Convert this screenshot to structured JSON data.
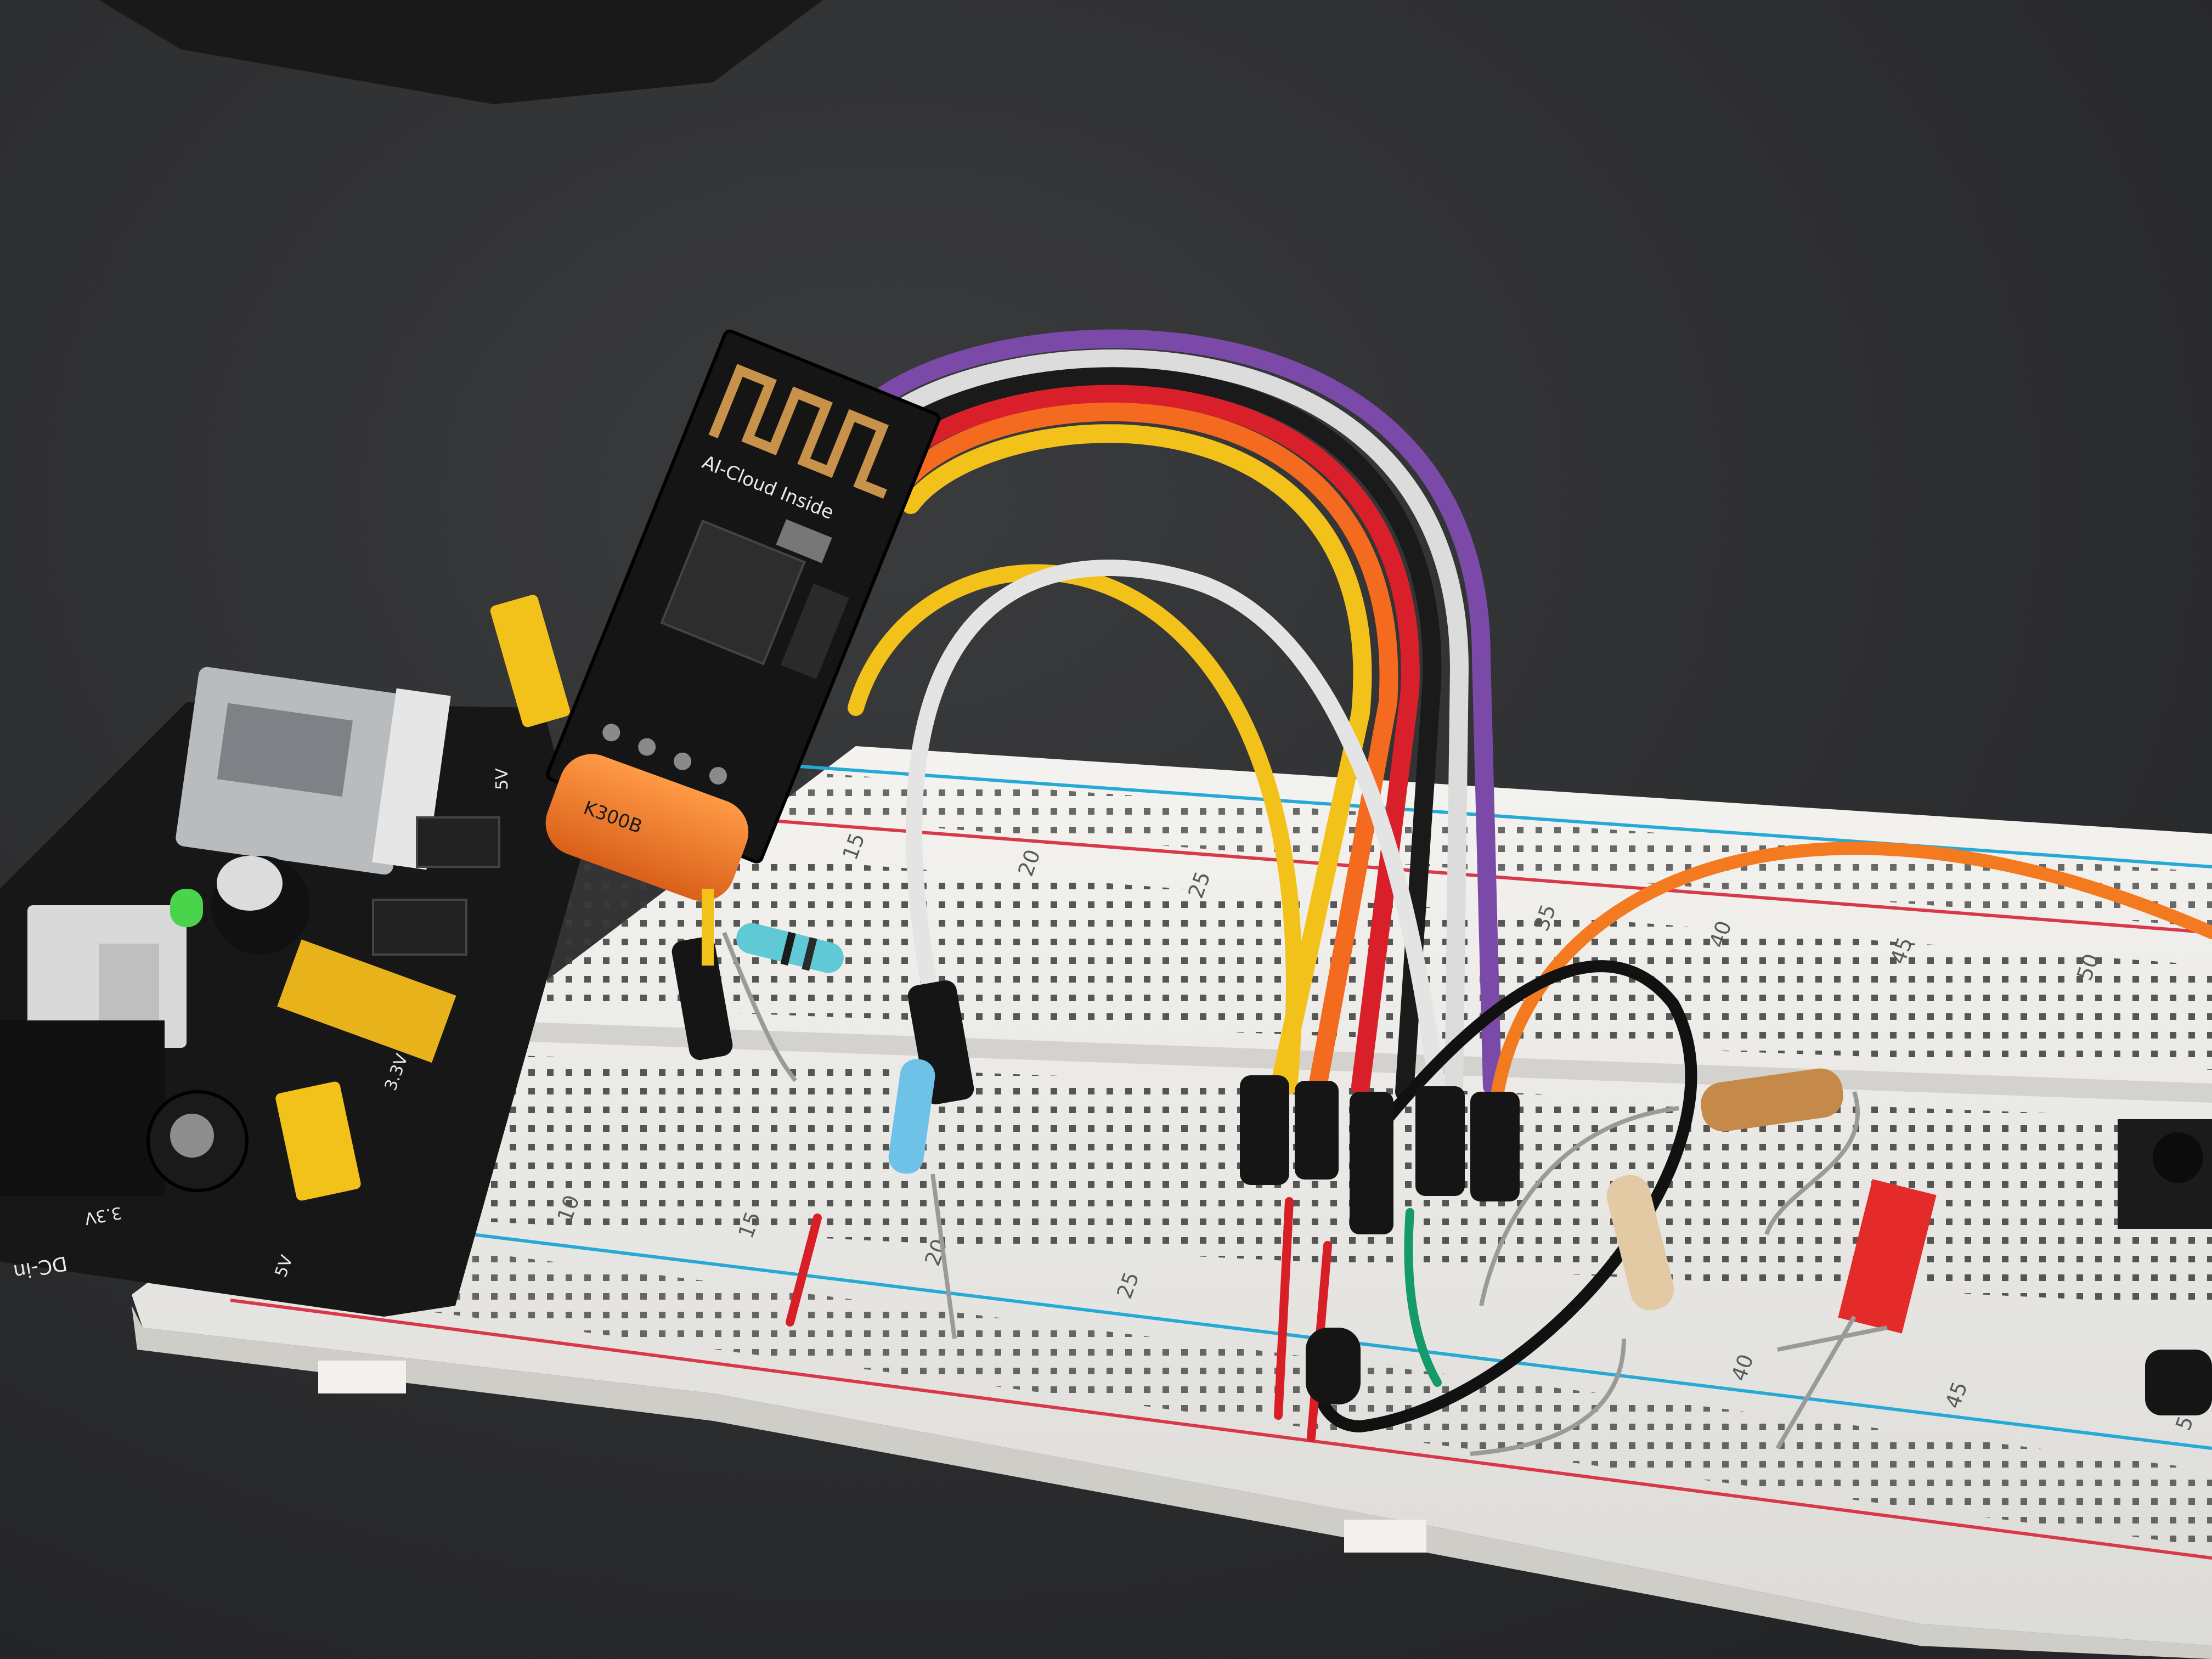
{
  "photo": {
    "colors": {
      "desk": "#2e2f31",
      "breadboard": "#eeedea",
      "rail_red": "#d8384a",
      "rail_blue": "#27a9d6",
      "pcb": "#151515",
      "jumper_cap": "#f2c21a",
      "capacitor": "#f07a22"
    },
    "esp_module": {
      "antenna_text": "AI-Cloud Inside"
    },
    "capacitor": {
      "marking": "K300B"
    },
    "power_module": {
      "labels": [
        "5V",
        "3.3V",
        "5V",
        "DC-in",
        "3.3V"
      ]
    },
    "breadboard": {
      "upper_column_numbers": [
        "15",
        "20",
        "25",
        "35",
        "40",
        "45",
        "50"
      ],
      "lower_column_numbers": [
        "10",
        "15",
        "20",
        "25",
        "40",
        "45",
        "5"
      ]
    },
    "wires": {
      "ribbon_colors": [
        "#7b4aa8",
        "#dcdcdc",
        "#1a1a1a",
        "#d9202a",
        "#f46b20",
        "#f2c21a"
      ],
      "loose_colors": [
        "#f2c21a",
        "#e4e4e4",
        "#f47a20",
        "#111111",
        "#149a6b",
        "#d91f26"
      ]
    }
  }
}
